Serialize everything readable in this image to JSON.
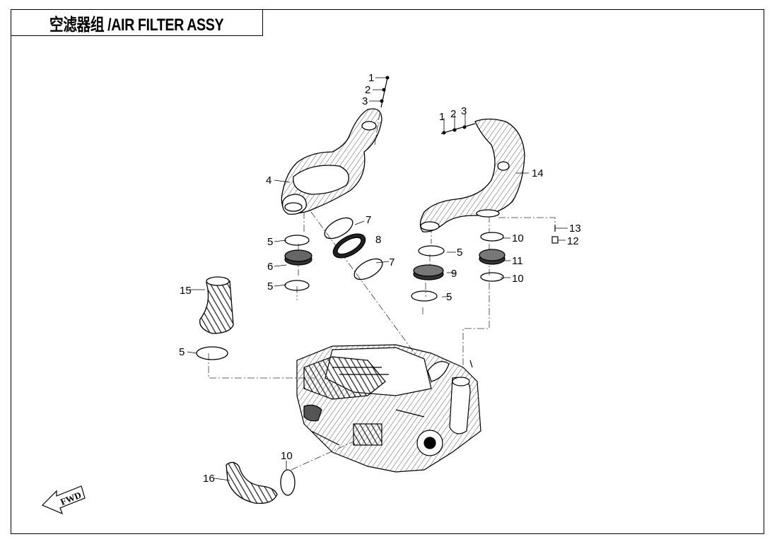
{
  "title": "空滤器组 /AIR FILTER ASSY",
  "callouts": {
    "c1a": "1",
    "c2a": "2",
    "c3a": "3",
    "c1b": "1",
    "c2b": "2",
    "c3b": "3",
    "c4": "4",
    "c5a": "5",
    "c5b": "5",
    "c5c": "5",
    "c5d": "5",
    "c5e": "5",
    "c6": "6",
    "c7a": "7",
    "c7b": "7",
    "c8": "8",
    "c9": "9",
    "c10a": "10",
    "c10b": "10",
    "c10c": "10",
    "c11": "11",
    "c12": "12",
    "c13": "13",
    "c14": "14",
    "c15": "15",
    "c16": "16"
  },
  "direction_arrow": "FWD"
}
